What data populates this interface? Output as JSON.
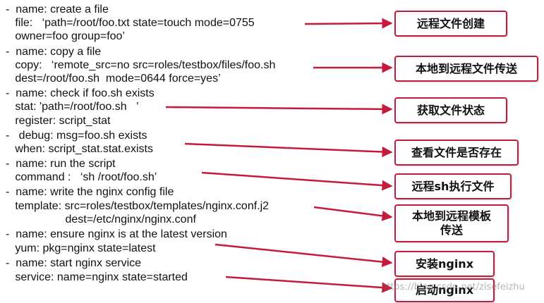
{
  "code_lines": [
    "-  name: create a file",
    "   file:   ‘path=/root/foo.txt state=touch mode=0755",
    "   owner=foo group=foo’",
    "-  name: copy a file",
    "   copy:   ‘remote_src=no src=roles/testbox/files/foo.sh",
    "   dest=/root/foo.sh  mode=0644 force=yes’",
    "-  name: check if foo.sh exists",
    "   stat: 'path=/root/foo.sh   ’",
    "   register: script_stat",
    "-   debug: msg=foo.sh exists",
    "   when: script_stat.stat.exists",
    "-  name: run the script",
    "   command :   ‘sh /root/foo.sh’",
    "-  name: write the nginx config file",
    "   template: src=roles/testbox/templates/nginx.conf.j2",
    "                   dest=/etc/nginx/nginx.conf",
    "-  name: ensure nginx is at the latest version",
    "   yum: pkg=nginx state=latest",
    "-  name: start nginx service",
    "   service: name=nginx state=started"
  ],
  "labels": [
    "远程文件创建",
    "本地到远程文件传送",
    "获取文件状态",
    "查看文件是否存在",
    "远程sh执行文件",
    "本地到远程模板\n传送",
    "安装nginx",
    "启动nginx"
  ],
  "watermark": "https://blog.csdn.net/zisefeizhu",
  "colors": {
    "accent": "#c51a3b"
  }
}
